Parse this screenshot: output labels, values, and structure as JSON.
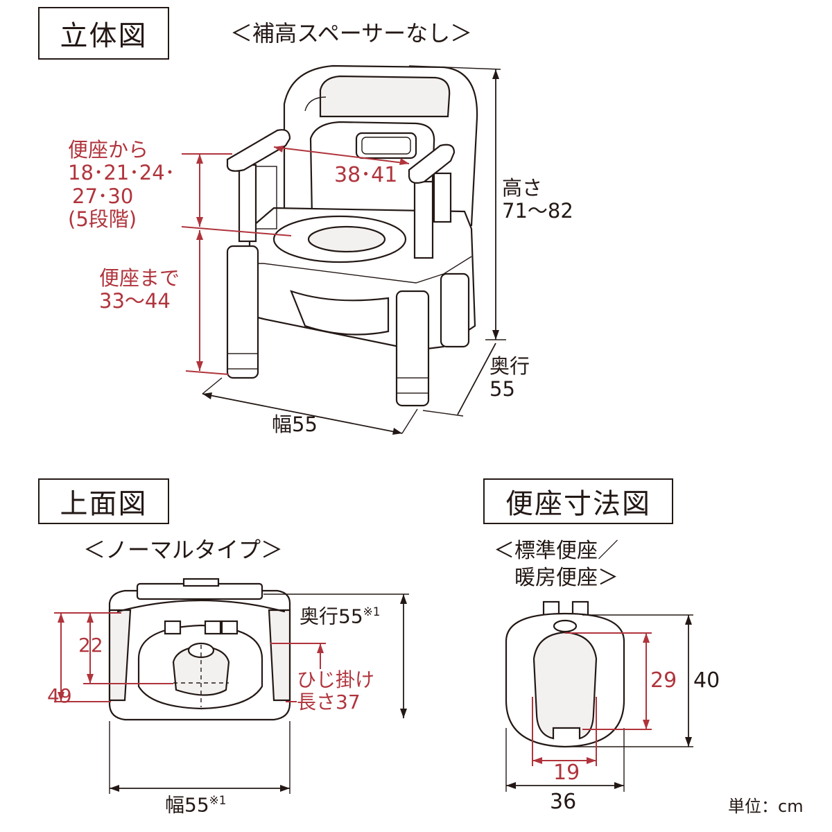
{
  "perspective": {
    "box_label": "立体図",
    "caption": "＜補高スペーサーなし＞",
    "armrest_height_lines": [
      "便座から",
      "18･21･24･",
      "27･30",
      "(5段階)"
    ],
    "seat_height_lines": [
      "便座まで",
      "33～44"
    ],
    "seat_depth": "38･41",
    "height_lines": [
      "高さ",
      "71～82"
    ],
    "depth_lines": [
      "奥行",
      "55"
    ],
    "width": "幅55"
  },
  "top_view": {
    "box_label": "上面図",
    "caption": "＜ノーマルタイプ＞",
    "depth": "奥行55",
    "depth_note": "※1",
    "dim_22": "22",
    "dim_49": "49",
    "elbow_lines": [
      "ひじ掛け",
      "長さ37"
    ],
    "width": "幅55",
    "width_note": "※1"
  },
  "seat_view": {
    "box_label": "便座寸法図",
    "caption_lines": [
      "＜標準便座／",
      "暖房便座＞"
    ],
    "dim_29": "29",
    "dim_40": "40",
    "dim_19": "19",
    "dim_36": "36"
  },
  "unit": "単位：cm",
  "colors": {
    "line": "#231815",
    "accent_red": "#b0343c"
  }
}
